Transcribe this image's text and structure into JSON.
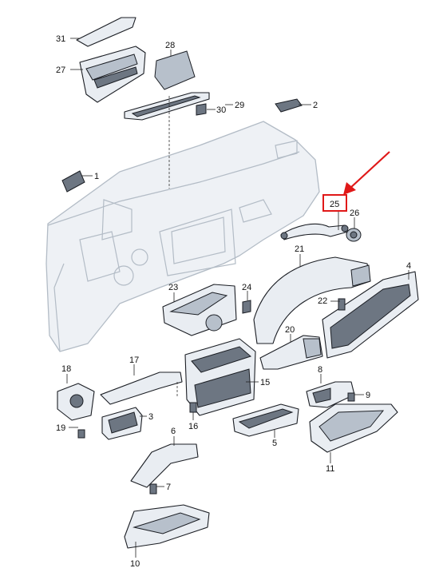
{
  "callouts": {
    "c1": "1",
    "c2": "2",
    "c3": "3",
    "c4": "4",
    "c5": "5",
    "c6": "6",
    "c7": "7",
    "c8": "8",
    "c9": "9",
    "c10": "10",
    "c11": "11",
    "c12": "15",
    "c13": "16",
    "c14": "17",
    "c15": "18",
    "c16": "19",
    "c17": "20",
    "c18": "21",
    "c19": "22",
    "c20": "23",
    "c21": "24",
    "c22": "25",
    "c23": "26",
    "c24": "27",
    "c25": "28",
    "c26": "29",
    "c27": "30",
    "c28": "31"
  },
  "highlight": {
    "color": "#e01818",
    "part": "25"
  },
  "colors": {
    "line": "#1b1e24",
    "part_fill": "#e9edf2",
    "dashboard_outline": "#b3bcc6"
  }
}
